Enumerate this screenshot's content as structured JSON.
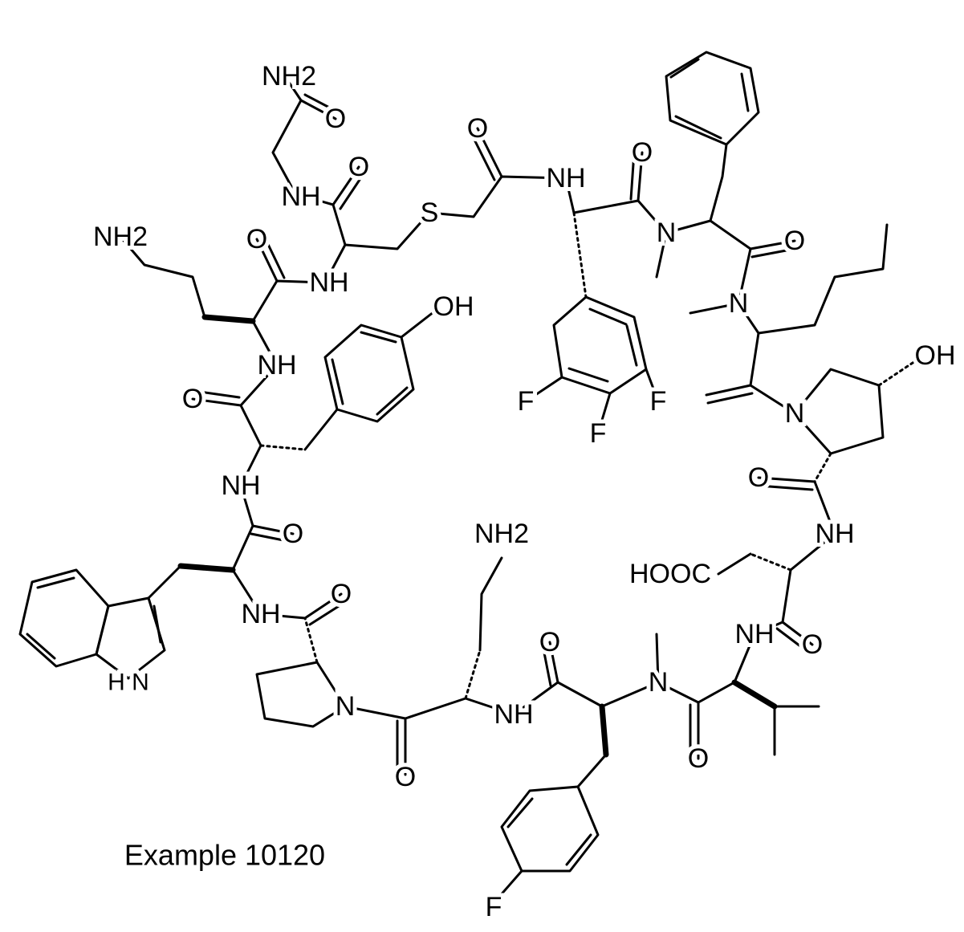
{
  "caption": "Example 10120",
  "atoms": {
    "nh2_top": "NH2",
    "o1": "O",
    "nh1": "NH",
    "o2": "O",
    "s": "S",
    "o3": "O",
    "nh2": "NH",
    "o4": "O",
    "n1": "N",
    "o5": "O",
    "n2": "N",
    "oh1": "OH",
    "n3": "N",
    "oh2": "OH",
    "nh2_left": "NH2",
    "o6": "O",
    "nh3": "NH",
    "nh4": "NH",
    "o7": "O",
    "f1": "F",
    "f2": "F",
    "f3": "F",
    "nh5": "NH",
    "o8": "O",
    "nh2_mid": "NH2",
    "o9": "O",
    "nh6": "NH",
    "hooc": "HOOC",
    "nh7": "NH",
    "o10": "O",
    "nh8": "NH",
    "o11": "O",
    "indole_nh": "H N",
    "n4": "N",
    "o12": "O",
    "nh9": "NH",
    "o13": "O",
    "n5": "N",
    "o14": "O",
    "f4": "F"
  }
}
